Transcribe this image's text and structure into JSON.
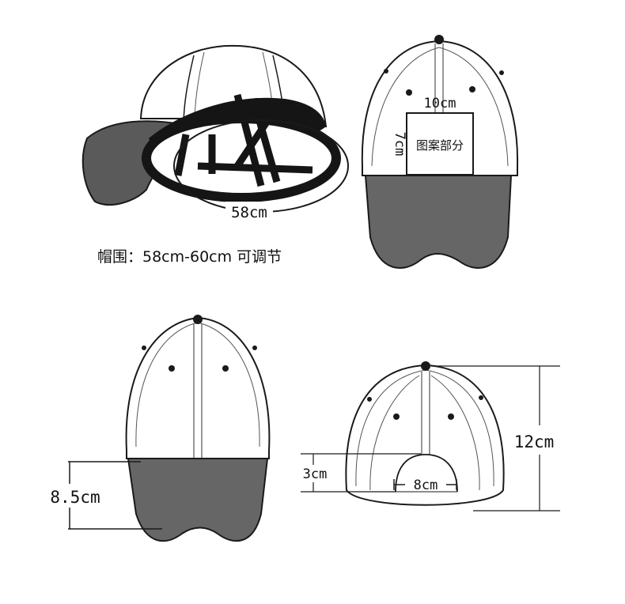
{
  "colors": {
    "brim": "#666666",
    "brim_dark": "#5a5a5a",
    "outline": "#1a1a1a",
    "strap": "#151515",
    "crown": "#ffffff"
  },
  "views": {
    "angled": {
      "circumference_label": "58cm"
    },
    "front": {
      "width_label": "10cm",
      "height_label": "7cm",
      "area_label": "图案部分"
    },
    "side": {
      "brim_label": "8.5cm"
    },
    "back": {
      "height_label": "12cm",
      "opening_height_label": "3cm",
      "opening_width_label": "8cm"
    }
  },
  "caption": "帽围：58cm-60cm 可调节"
}
